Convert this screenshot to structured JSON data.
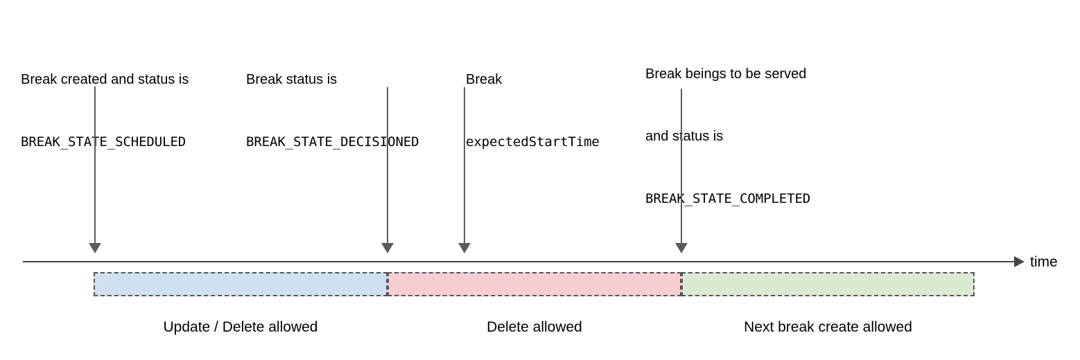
{
  "diagram": {
    "title_hidden": "Break lifecycle timeline",
    "axis": {
      "label": "time",
      "color": "#454545"
    },
    "colors": {
      "scheduled_bar": "#cfe1f1",
      "decisioned_bar": "#f6ced2",
      "completed_bar": "#d9e9d2",
      "border": "#555555",
      "arrow": "#5b5b5b"
    },
    "annotations": [
      {
        "name": "annotation-scheduled",
        "line1": "Break created and status is",
        "line2": "BREAK_STATE_SCHEDULED"
      },
      {
        "name": "annotation-decisioned",
        "line1": "Break status is",
        "line2": "BREAK_STATE_DECISIONED"
      },
      {
        "name": "annotation-expected-start",
        "line1": "Break",
        "line2": "expectedStartTime"
      },
      {
        "name": "annotation-completed",
        "line1": "Break beings to be served",
        "line2": "and status is",
        "line3": "BREAK_STATE_COMPLETED"
      }
    ],
    "segments": [
      {
        "name": "segment-update-delete",
        "caption": "Update / Delete allowed",
        "color": "#cfe1f1"
      },
      {
        "name": "segment-delete",
        "caption": "Delete allowed",
        "color": "#f6ced2"
      },
      {
        "name": "segment-next-break",
        "caption": "Next break create allowed",
        "color": "#d9e9d2"
      }
    ]
  }
}
